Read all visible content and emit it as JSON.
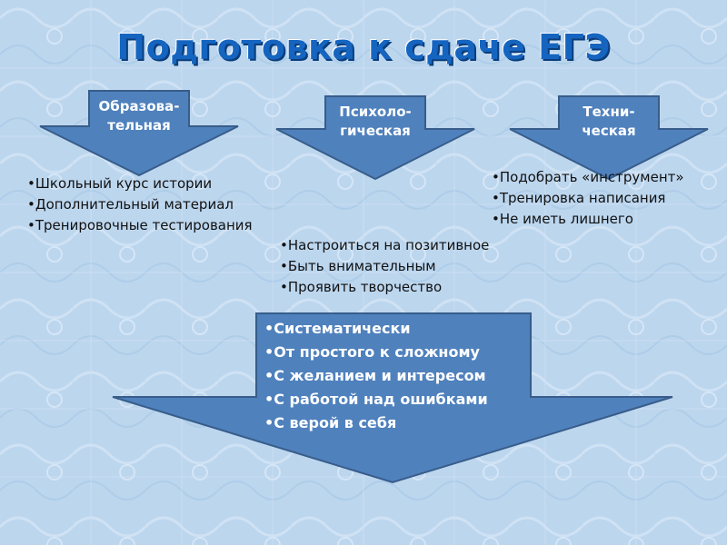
{
  "title": "Подготовка к сдаче ЕГЭ",
  "colors": {
    "background": "#bcd6ee",
    "arrow_fill": "#4f81bd",
    "arrow_stroke": "#385d8a",
    "title": "#1565c0"
  },
  "arrows": [
    {
      "label": "Образова-\nтельная",
      "items": [
        "Школьный курс истории",
        "Дополнительный материал",
        "Тренировочные тестирования"
      ]
    },
    {
      "label": "Психоло-\nгическая",
      "items": [
        "Настроиться на позитивное",
        "Быть внимательным",
        "Проявить творчество"
      ]
    },
    {
      "label": "Техни-\nческая",
      "items": [
        "Подобрать «инструмент»",
        "Тренировка написания",
        "Не иметь лишнего"
      ]
    }
  ],
  "big_arrow": {
    "items": [
      "Систематически",
      "От простого к сложному",
      "С желанием и интересом",
      "С работой над ошибками",
      "С верой в себя"
    ]
  }
}
